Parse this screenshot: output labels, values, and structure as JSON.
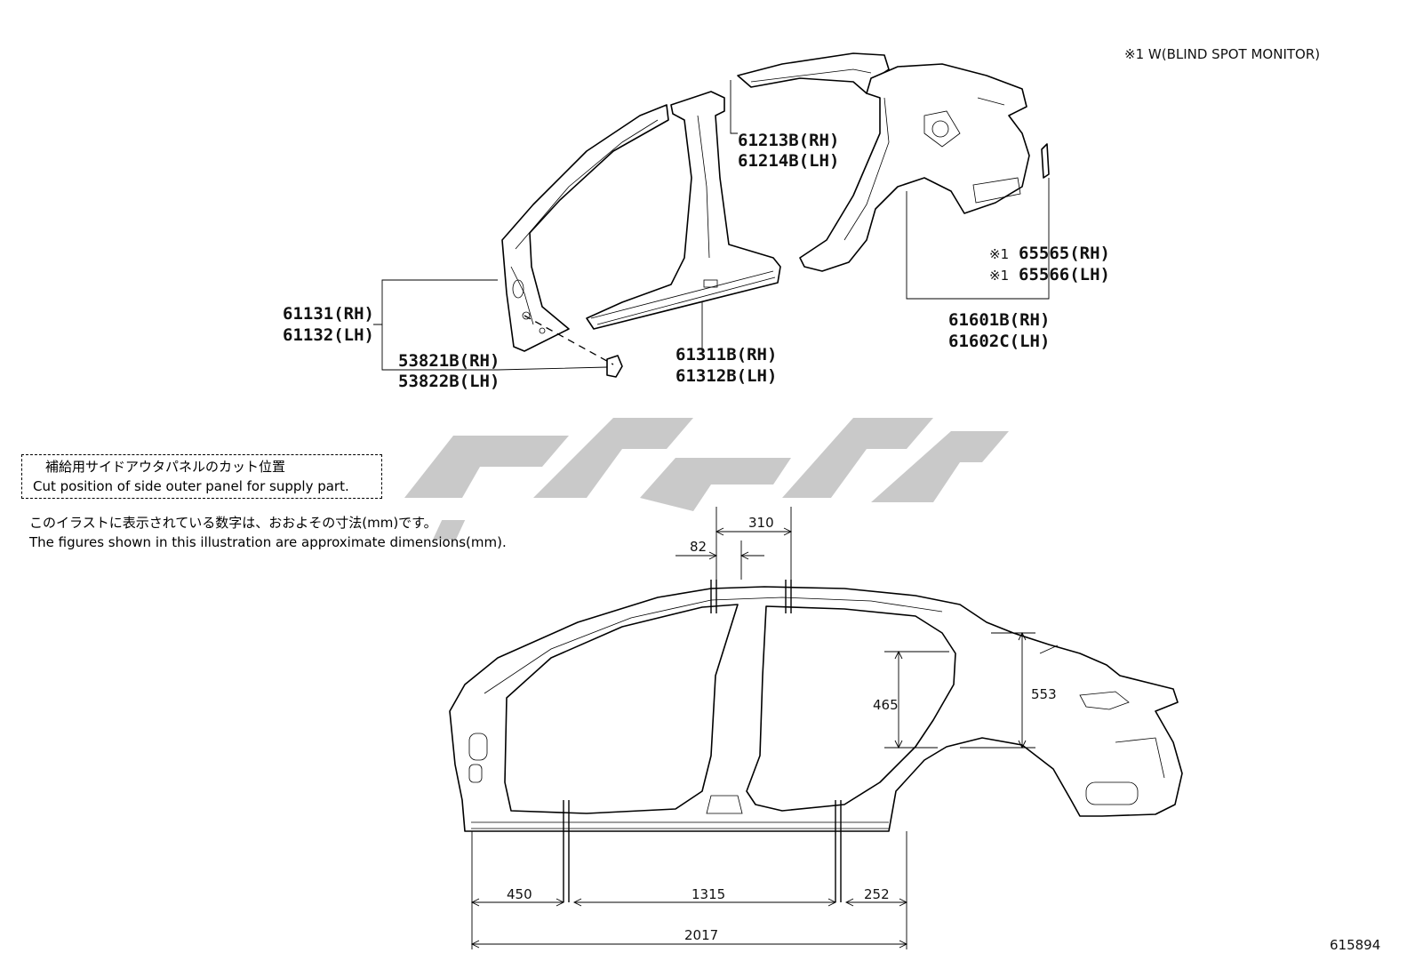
{
  "top_note": "※1 W(BLIND SPOT MONITOR)",
  "illustration_id": "615894",
  "watermark_text": "تویوپارت",
  "part_labels": {
    "roof_side": [
      "61213B(RH)",
      "61214B(LH)"
    ],
    "front_pillar": [
      "61131(RH)",
      "61132(LH)"
    ],
    "bracket": [
      "53821B(RH)",
      "53822B(LH)"
    ],
    "rocker": [
      "61311B(RH)",
      "61312B(LH)"
    ],
    "quarter_panel": [
      "61601B(RH)",
      "61602C(LH)"
    ],
    "monitor": [
      {
        "mark": "※1",
        "code": "65565(RH)"
      },
      {
        "mark": "※1",
        "code": "65566(LH)"
      }
    ]
  },
  "cut_box": {
    "jp": "補給用サイドアウタパネルのカット位置",
    "en": "Cut position of side outer panel for supply part."
  },
  "figure_note": {
    "jp": "このイラストに表示されている数字は、おおよその寸法(mm)です。",
    "en": "The figures shown in this illustration are approximate dimensions(mm)."
  },
  "dimensions": {
    "top_width": "310",
    "top_offset": "82",
    "height_inner": "465",
    "height_outer": "553",
    "front": "450",
    "middle": "1315",
    "rear": "252",
    "total": "2017"
  },
  "colors": {
    "watermark": "#c9c9c9",
    "line": "#000000",
    "background": "#ffffff"
  }
}
